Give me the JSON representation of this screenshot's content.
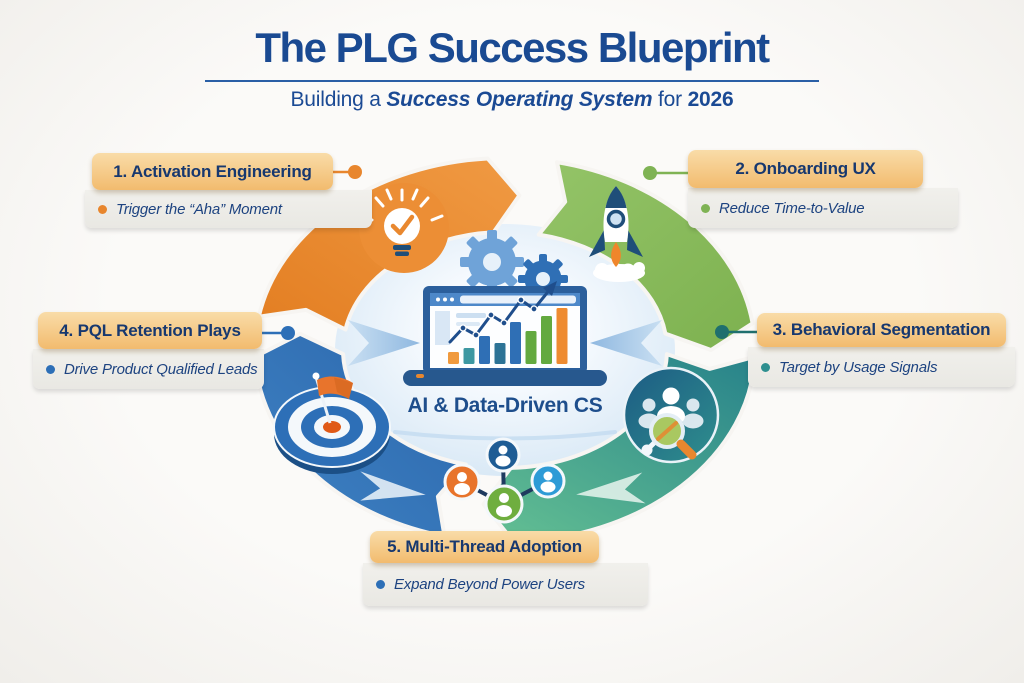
{
  "header": {
    "title": "The PLG Success Blueprint",
    "subtitle_prefix": "Building a ",
    "subtitle_emphasis": "Success Operating System",
    "subtitle_mid": " for ",
    "subtitle_year": "2026"
  },
  "center": {
    "caption": "AI & Data-Driven CS",
    "chart": {
      "type": "bar",
      "values": [
        12,
        16,
        28,
        21,
        42,
        33,
        48,
        56
      ],
      "colors": [
        "#F09A3E",
        "#3D98A2",
        "#2F6FB5",
        "#2C7396",
        "#2F6FB5",
        "#63A93F",
        "#63A93F",
        "#EE8B31"
      ],
      "trend": "upward line with arrow"
    }
  },
  "callouts": [
    {
      "title": "1. Activation Engineering",
      "detail": "Trigger the “Aha” Moment",
      "accent": "#E8862D"
    },
    {
      "title": "2. Onboarding UX",
      "detail": "Reduce Time-to-Value",
      "accent": "#7FB354"
    },
    {
      "title": "3. Behavioral Segmentation",
      "detail": "Target by Usage Signals",
      "accent": "#1F6F6E"
    },
    {
      "title": "4. PQL Retention Plays",
      "detail": "Drive Product Qualified Leads",
      "accent": "#2D6FB7"
    },
    {
      "title": "5. Multi-Thread Adoption",
      "detail": "Expand Beyond Power Users",
      "accent": "#2D6FB7"
    }
  ],
  "ring": {
    "segments": [
      {
        "name": "activation",
        "color": "#E8862B"
      },
      {
        "name": "onboarding",
        "color": "#8CBF5F"
      },
      {
        "name": "segmentation",
        "color": "#2E8F8F"
      },
      {
        "name": "retention",
        "color": "#2D6FB7"
      }
    ],
    "icons": [
      "lightbulb-icon",
      "rocket-icon",
      "gears-icon",
      "laptop-chart-icon",
      "target-flag-icon",
      "user-segments-magnifier-icon",
      "multi-user-network-icon"
    ]
  },
  "colors": {
    "title_navy": "#1A4A92",
    "callout_header_bg": "#F2BB6E",
    "callout_detail_bg": "#EFEEEA",
    "background": "#F8F6F3"
  }
}
